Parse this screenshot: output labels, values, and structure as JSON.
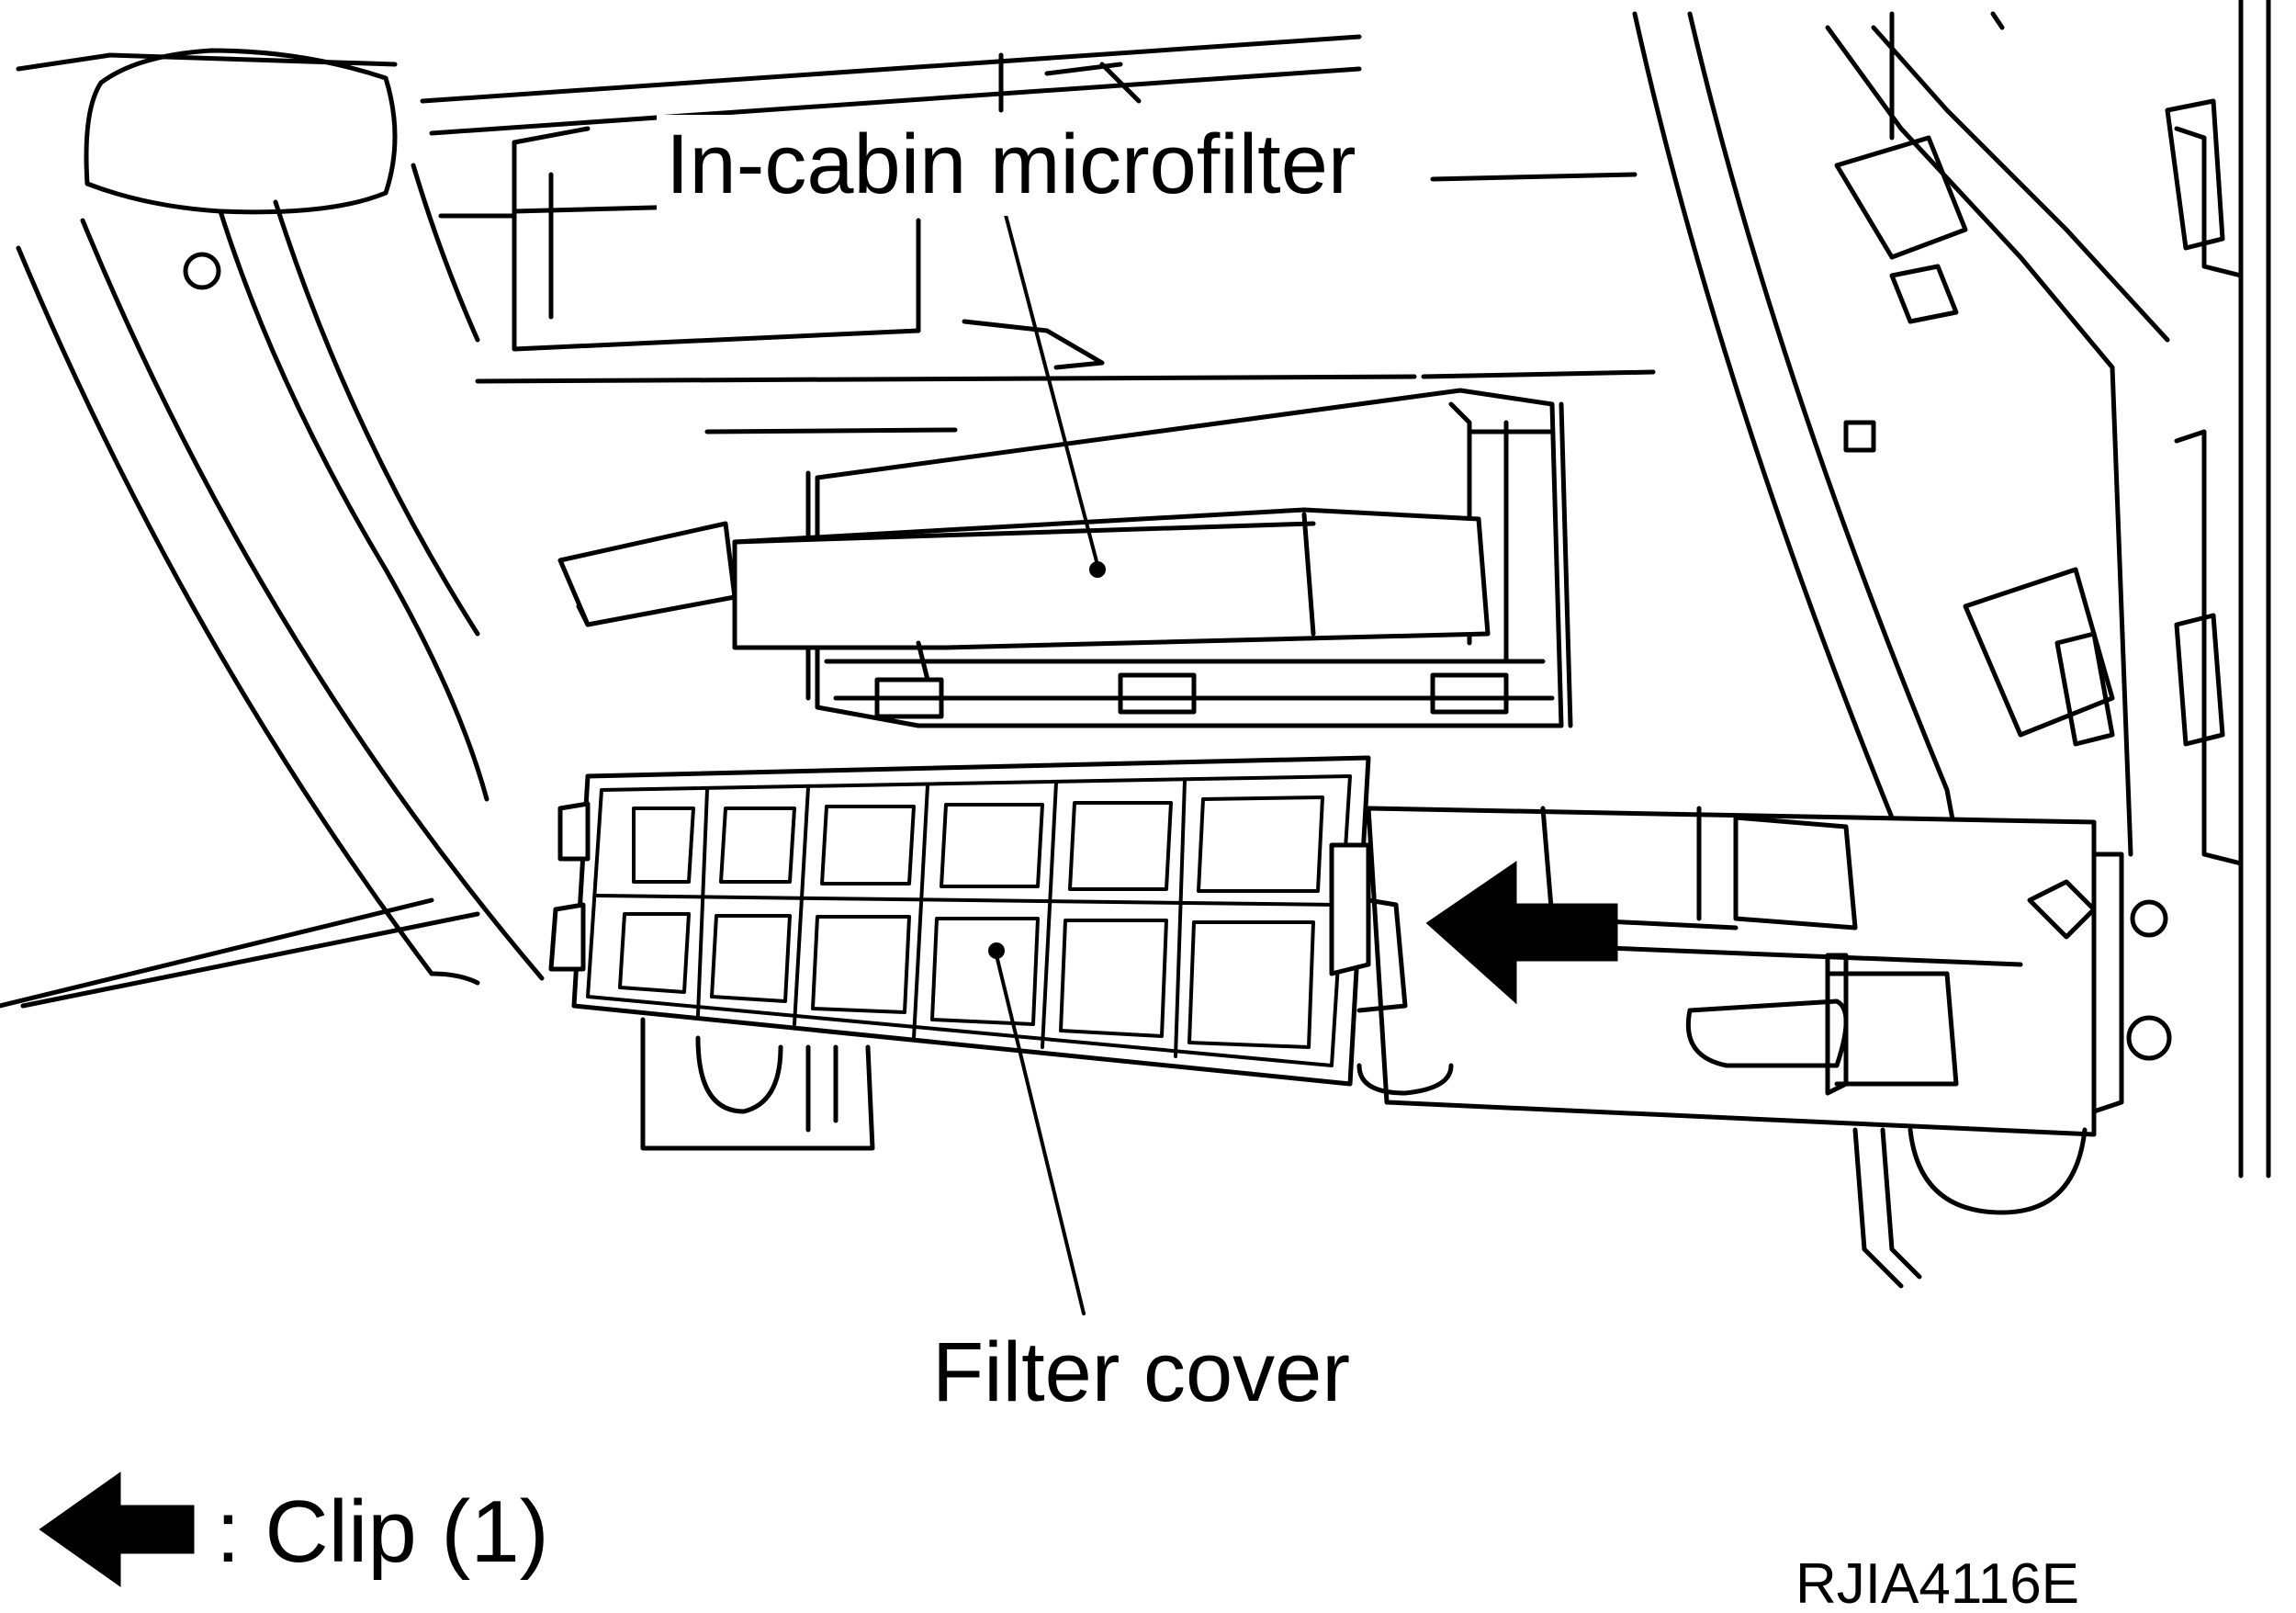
{
  "labels": {
    "microfilter": "In-cabin microfilter",
    "filter_cover": "Filter cover",
    "legend": ": Clip (1)",
    "figure_code": "RJIA4116E"
  },
  "colors": {
    "line": "#000000",
    "background": "#ffffff"
  },
  "icons": {
    "clip_arrow": "left-arrow",
    "legend_arrow": "left-arrow"
  }
}
